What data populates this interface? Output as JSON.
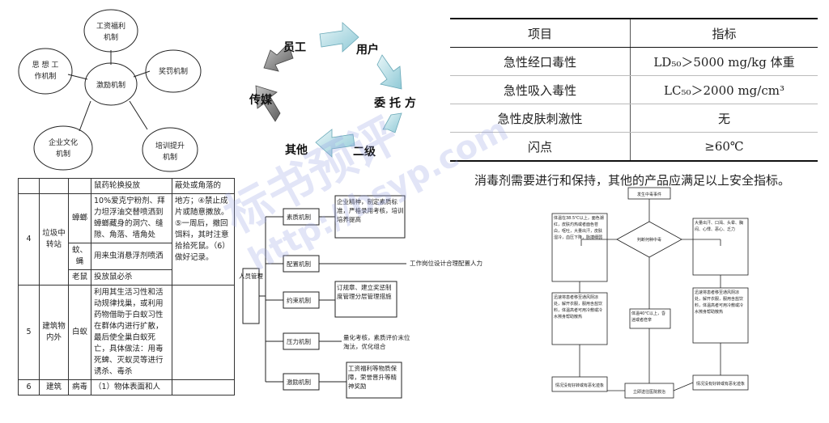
{
  "incentive_diagram": {
    "center": "激励机制",
    "nodes": [
      {
        "line1": "工资福利",
        "line2": "机制"
      },
      {
        "line1": "奖罚机制",
        "line2": ""
      },
      {
        "line1": "培训提升",
        "line2": "机制"
      },
      {
        "line1": "企业文化",
        "line2": "机制"
      },
      {
        "line1": "思 想 工",
        "line2": "作机制"
      }
    ]
  },
  "cycle": {
    "labels": [
      "员工",
      "用户",
      "委 托 方",
      "二级",
      "其他",
      "传媒"
    ]
  },
  "toxicity_table": {
    "headers": [
      "项目",
      "指标"
    ],
    "rows": [
      {
        "item": "急性经口毒性",
        "value": "LD₅₀＞5000 mg/kg 体重"
      },
      {
        "item": "急性吸入毒性",
        "value": "LC₅₀＞2000 mg/cm³"
      },
      {
        "item": "急性皮肤刺激性",
        "value": "无"
      },
      {
        "item": "闪点",
        "value": "≥60℃"
      }
    ],
    "note": "消毒剂需要进行和保持，其他的产品应满足以上安全指标。"
  },
  "pest_table": {
    "rows": [
      {
        "sub": "",
        "method": "鼠药轮换投放",
        "extra": "蔽处或角落的"
      },
      {
        "num": "4",
        "place": "垃圾中转站",
        "pest": "蟑螂",
        "method": "10%爱克宁粉剂、拜力坦浮油交替喷洒到蟑螂藏身的洞穴、缝隙、角落、墙角处",
        "extra": "地方；④禁止成片或随意撒放。⑤一周后，撤回饵料，其时注意拾拾死鼠。（6）做好记录。"
      },
      {
        "pest": "蚊、蝇",
        "method": "用来虫消悬浮剂喷洒"
      },
      {
        "pest": "老鼠",
        "method": "投放鼠必杀"
      },
      {
        "num": "5",
        "place": "建筑物内外",
        "pest": "白蚁",
        "method": "利用其生活习性和活动规律找巢，或利用药物借助于白蚁习性在群体内进行扩散，最后使全巢白蚁死亡，具体做法：用毒死蜱、灭蚁灵等进行诱杀、毒杀"
      },
      {
        "num": "6",
        "place": "建筑",
        "pest": "病毒",
        "method": "（1）物体表面和人"
      }
    ]
  },
  "mechanism_chart": {
    "root": "人员管理",
    "branches": [
      {
        "name": "素质机制",
        "desc": "企业精神，制定素质标准，严格录用考核，培训培养提高"
      },
      {
        "name": "配置机制",
        "desc": "工作岗位设计合理配置人力"
      },
      {
        "name": "约束机制",
        "desc": "订规章、建立奖惩制度管理分层管理措施"
      },
      {
        "name": "压力机制",
        "desc": "量化考核，素质评价末位淘汰，优化组合"
      },
      {
        "name": "激励机制",
        "desc": "工资福利等物质保障，荣誉晋升等精神奖励"
      }
    ]
  },
  "emergency_flow": {
    "start": "发生中毒事件",
    "decision": "判断何种中毒",
    "left_symptom": "体温在38.5℃以上，面色潮红，皮肤灼热或者面色苍白，呕吐，大量出汗，皮肤湿冷，血压下降，脉搏细弱",
    "left_action": "迅速将患者移至通风阴凉处，解开衣服，服用含盐饮料，体温高者可用冷敷或冷水擦身帮助散热",
    "center_mild": "体温40℃以上，昏迷或者痉挛",
    "right_symptom": "大量出汗、口渴、头晕、胸闷、心悸、恶心、乏力",
    "right_action": "迅速将患者移至通风阴凉处，解开衣服，服用含盐饮料，体温高者可用冷敷或冷水擦身帮助散热",
    "left_end": "情况没有好转或有恶化迹象",
    "center_end": "立即送往医院救治",
    "right_end": "情况没有好转或有恶化迹象"
  },
  "watermark": {
    "line1": "标书预评",
    "line2": "http://bsyp.com"
  }
}
